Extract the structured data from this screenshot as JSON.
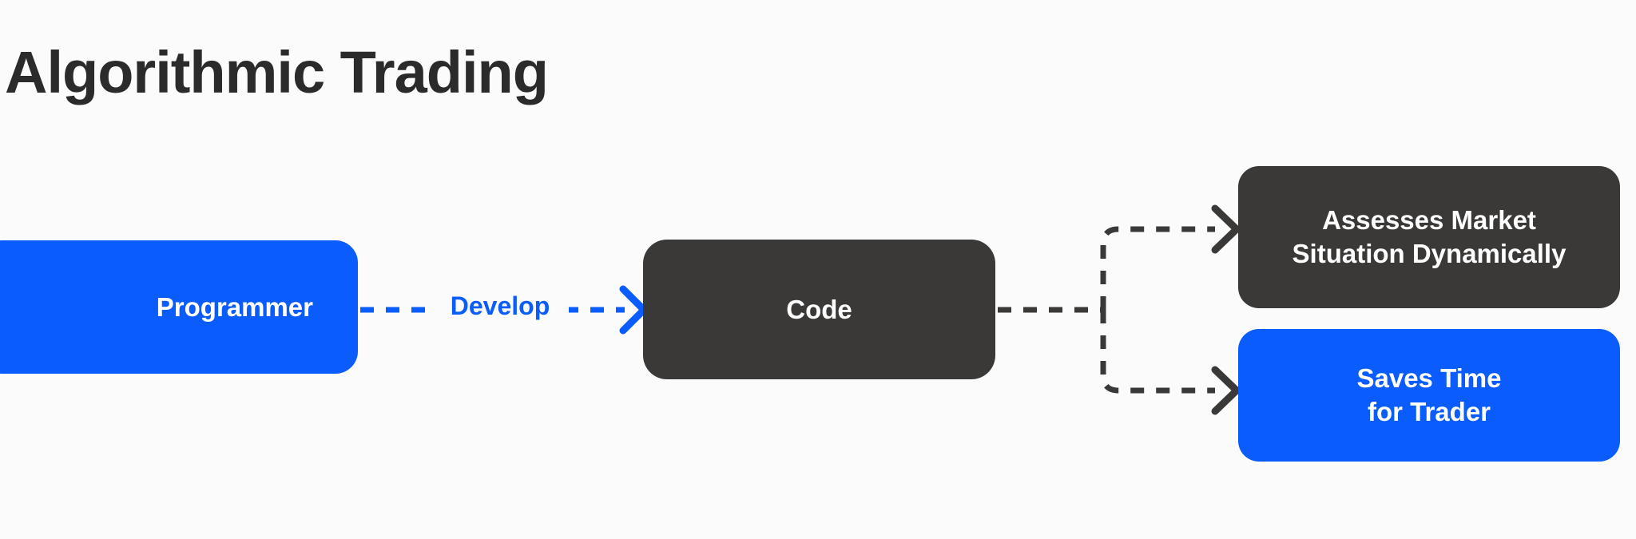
{
  "title": "Algorithmic Trading",
  "background_color": "#fbfbfb",
  "colors": {
    "accent_blue": "#0b5cfc",
    "dark": "#3b3937",
    "title_text": "#2b2b2b",
    "node_text": "#ffffff"
  },
  "nodes": [
    {
      "id": "programmer",
      "label": "Programmer",
      "style": "blue"
    },
    {
      "id": "code",
      "label": "Code",
      "style": "dark"
    },
    {
      "id": "assesses",
      "label": "Assesses Market\nSituation Dynamically",
      "style": "dark"
    },
    {
      "id": "saves",
      "label": "Saves Time\nfor Trader",
      "style": "blue"
    }
  ],
  "edges": [
    {
      "id": "programmer-to-code",
      "label": "Develop",
      "from": "programmer",
      "to": "code",
      "style": "dashed",
      "color": "#0b5cfc",
      "arrow": "chevron"
    },
    {
      "id": "code-to-assesses",
      "label": "",
      "from": "code",
      "to": "assesses",
      "style": "dashed",
      "color": "#3b3937",
      "arrow": "chevron"
    },
    {
      "id": "code-to-saves",
      "label": "",
      "from": "code",
      "to": "saves",
      "style": "dashed",
      "color": "#3b3937",
      "arrow": "chevron"
    }
  ],
  "edge_labels": {
    "develop": "Develop"
  }
}
